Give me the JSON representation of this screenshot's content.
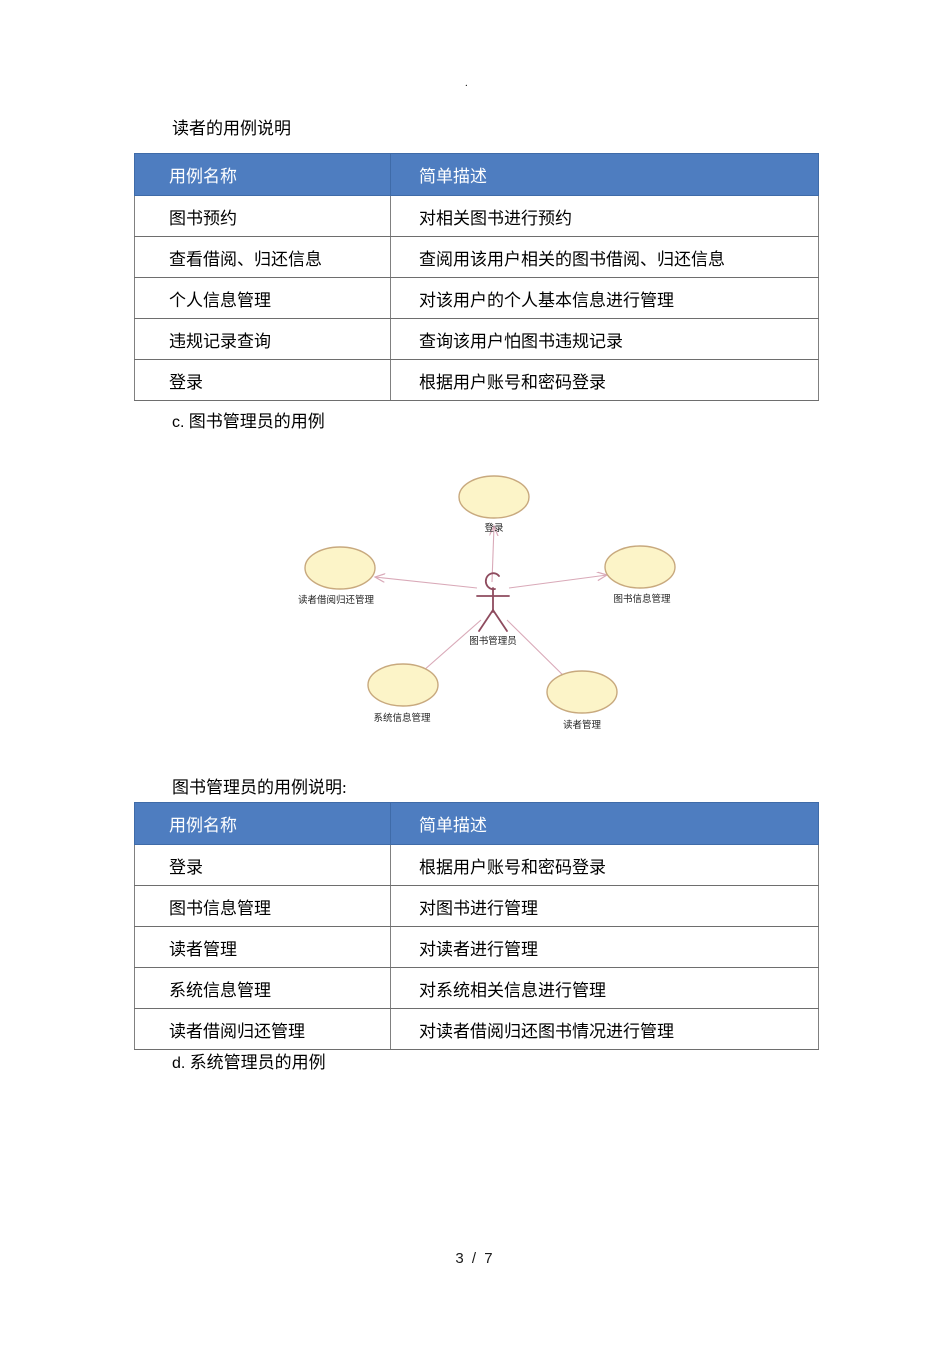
{
  "page": {
    "top_mark": ".",
    "footer": "3 / 7",
    "header_fill_color": "#4E7DC0",
    "ellipse_fill_color": "#FCF4C8",
    "ellipse_stroke_color": "#C8A97E",
    "connector_color": "#D9A9B8",
    "actor_color": "#8E4B5E"
  },
  "captions": {
    "reader_table_title": "读者的用例说明",
    "section_c_prefix": "c.",
    "section_c_text": " 图书管理员的用例",
    "librarian_table_title": "图书管理员的用例说明:",
    "section_d_prefix": "d.",
    "section_d_text": " 系统管理员的用例"
  },
  "reader_table": {
    "headers": [
      "用例名称",
      "简单描述"
    ],
    "rows": [
      {
        "name": "图书预约",
        "desc": "对相关图书进行预约"
      },
      {
        "name": "查看借阅、归还信息",
        "desc": "查阅用该用户相关的图书借阅、归还信息"
      },
      {
        "name": "个人信息管理",
        "desc": "对该用户的个人基本信息进行管理"
      },
      {
        "name": "违规记录查询",
        "desc": "查询该用户怕图书违规记录"
      },
      {
        "name": "登录",
        "desc": "根据用户账号和密码登录"
      }
    ]
  },
  "librarian_table": {
    "headers": [
      "用例名称",
      "简单描述"
    ],
    "rows": [
      {
        "name": "登录",
        "desc": "根据用户账号和密码登录"
      },
      {
        "name": "图书信息管理",
        "desc": "对图书进行管理"
      },
      {
        "name": "读者管理",
        "desc": "对读者进行管理"
      },
      {
        "name": "系统信息管理",
        "desc": "对系统相关信息进行管理"
      },
      {
        "name": "读者借阅归还管理",
        "desc": "对读者借阅归还图书情况进行管理"
      }
    ]
  },
  "diagram": {
    "actor_label": "图书管理员",
    "use_cases": [
      {
        "id": "login",
        "label": "登录"
      },
      {
        "id": "borrow-return-mgmt",
        "label": "读者借阅归还管理"
      },
      {
        "id": "book-info-mgmt",
        "label": "图书信息管理"
      },
      {
        "id": "system-info-mgmt",
        "label": "系统信息管理"
      },
      {
        "id": "reader-mgmt",
        "label": "读者管理"
      }
    ]
  }
}
